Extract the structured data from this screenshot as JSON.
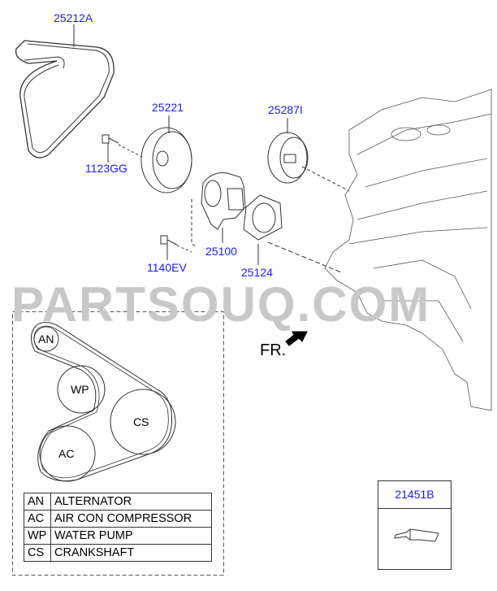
{
  "watermark": "PARTSOUQ.COM",
  "parts": [
    {
      "id": "belt",
      "label": "25212A"
    },
    {
      "id": "pulley",
      "label": "25221"
    },
    {
      "id": "tensioner",
      "label": "25287I"
    },
    {
      "id": "bolt-a",
      "label": "1123GG"
    },
    {
      "id": "bolt-b",
      "label": "1140EV"
    },
    {
      "id": "water-pump",
      "label": "25100"
    },
    {
      "id": "gasket",
      "label": "25124"
    },
    {
      "id": "sealant",
      "label": "21451B"
    }
  ],
  "front_label": "FR.",
  "routing": {
    "circles": [
      "AN",
      "WP",
      "CS",
      "AC"
    ],
    "legend": [
      {
        "code": "AN",
        "name": "ALTERNATOR"
      },
      {
        "code": "AC",
        "name": "AIR CON COMPRESSOR"
      },
      {
        "code": "WP",
        "name": "WATER PUMP"
      },
      {
        "code": "CS",
        "name": "CRANKSHAFT"
      }
    ]
  }
}
